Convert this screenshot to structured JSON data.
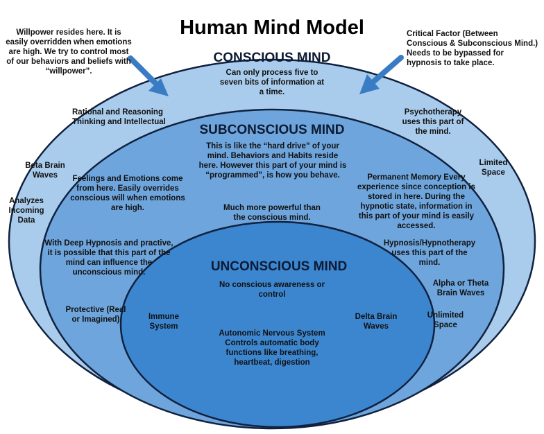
{
  "title": "Human Mind Model",
  "colors": {
    "conscious_fill": "#a9ccec",
    "subconscious_fill": "#6ea5dc",
    "unconscious_fill": "#3c86d0",
    "outline": "#10213f",
    "arrow": "#3a7cc4"
  },
  "callouts": {
    "willpower": "Willpower resides here. It is easily overridden when emotions are high. We try to control most of our behaviors and beliefs with “willpower”.",
    "critical_factor": "Critical Factor (Between Conscious & Subconscious Mind.) Needs to be bypassed for hypnosis to take place."
  },
  "conscious": {
    "heading": "CONSCIOUS MIND",
    "description": "Can only process five to seven bits of information at a time.",
    "rational": "Rational and Reasoning Thinking and Intellectual",
    "beta": "Beta Brain Waves",
    "analyzes": "Analyzes Incoming Data",
    "psychotherapy": "Psychotherapy uses this part of the mind.",
    "limited": "Limited Space"
  },
  "subconscious": {
    "heading": "SUBCONSCIOUS MIND",
    "description": "This is like the “hard drive” of your mind. Behaviors and Habits reside here. However this part of your mind is “programmed”, is how you behave.",
    "feelings": "Feelings and Emotions come from here. Easily overrides conscious will when emotions are high.",
    "powerful": "Much more powerful than the conscious mind.",
    "permanent": "Permanent Memory Every experience since conception is stored in here. During the hypnotic state, information in this part of your mind is easily accessed.",
    "deep_hypnosis": "With Deep Hypnosis and practive, it is possible that this part of the mind can influence the unconscious mind.",
    "hypnotherapy": "Hypnosis/Hypnotherapy uses this part of the mind.",
    "alpha": "Alpha or Theta Brain Waves",
    "protective": "Protective (Real or Imagined)",
    "unlimited": "Unlimited Space"
  },
  "unconscious": {
    "heading": "UNCONSCIOUS MIND",
    "description": "No conscious awareness or control",
    "immune": "Immune System",
    "delta": "Delta Brain Waves",
    "autonomic": "Autonomic Nervous System Controls automatic body functions like breathing, heartbeat, digestion"
  }
}
